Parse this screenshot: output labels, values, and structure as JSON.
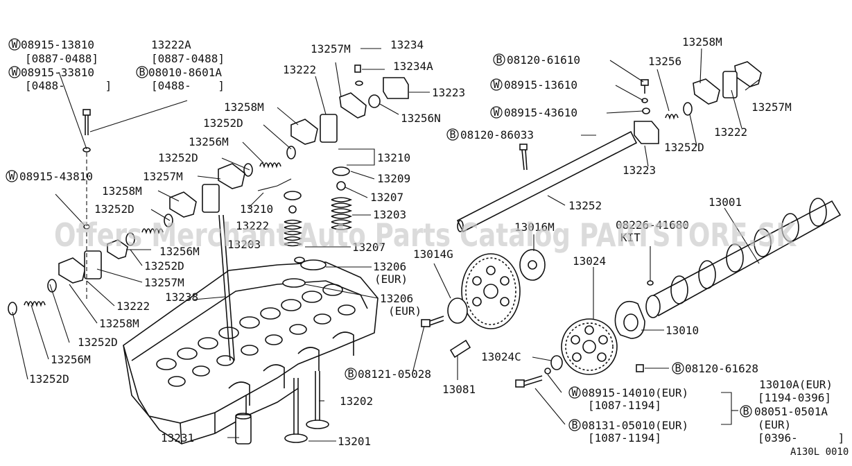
{
  "watermark": "Offers Merchant Auto Parts Catalog PARTSTORE.SK",
  "figure_code": "A130L 0010",
  "labels": {
    "w_08915_13810": "08915-13810",
    "date_0887_0488_a": "[0887-0488]",
    "w_08915_33810": "08915-33810",
    "date_0488_a": "[0488-      ]",
    "p13222A": "13222A",
    "date_0887_0488_b": "[0887-0488]",
    "b_08010_8601A": "08010-8601A",
    "date_0488_b": "[0488-    ]",
    "p13257M_top": "13257M",
    "p13234": "13234",
    "p13234A": "13234A",
    "p13222_top": "13222",
    "p13223_top": "13223",
    "p13256N": "13256N",
    "p13258M_a": "13258M",
    "p13252D_a": "13252D",
    "p13256M_a": "13256M",
    "p13252D_b": "13252D",
    "p13257M_b": "13257M",
    "w_08915_43810": "08915-43810",
    "p13258M_b": "13258M",
    "p13252D_c": "13252D",
    "p13210_a": "13210",
    "p13222_mid": "13222",
    "p13210_b": "13210",
    "p13209": "13209",
    "p13207_a": "13207",
    "p13203": "13203",
    "p13203b": "13203",
    "p13207_b": "13207",
    "p13256M_b": "13256M",
    "p13252D_d": "13252D",
    "p13257M_c": "13257M",
    "p13222_low": "13222",
    "p13238": "13238",
    "p13258M_c": "13258M",
    "p13252D_e": "13252D",
    "p13256M_c": "13256M",
    "p13252D_f": "13252D",
    "p13206_a": "13206",
    "eur_a": "(EUR)",
    "p13206_b": "13206",
    "eur_b": "(EUR)",
    "b_08121_05028": "08121-05028",
    "p13202": "13202",
    "p13231": "13231",
    "p13201": "13201",
    "b_08120_61610": "08120-61610",
    "w_08915_13610": "08915-13610",
    "w_08915_43610": "08915-43610",
    "b_08120_86033": "08120-86033",
    "p13256": "13256",
    "p13258M_r": "13258M",
    "p13257M_r": "13257M",
    "p13222_r": "13222",
    "p13252D_r": "13252D",
    "p13223_r": "13223",
    "p13252": "13252",
    "p13001": "13001",
    "p08226": "08226-41680",
    "p_kit": "KIT",
    "p13016M": "13016M",
    "p13014G": "13014G",
    "p13024": "13024",
    "p13010": "13010",
    "p13024C": "13024C",
    "p13081": "13081",
    "b_08120_61628": "08120-61628",
    "w_08915_14010": "08915-14010(EUR)",
    "date_1087_1194_a": "[1087-1194]",
    "b_08131_05010": "08131-05010(EUR)",
    "date_1087_1194_b": "[1087-1194]",
    "p13010A": "13010A(EUR)",
    "date_1194_0396": "[1194-0396]",
    "b_08051_0501A": "08051-0501A",
    "eur_c": "(EUR)",
    "date_0396": "[0396-      ]"
  },
  "prefix": {
    "w": "W",
    "b": "B"
  }
}
